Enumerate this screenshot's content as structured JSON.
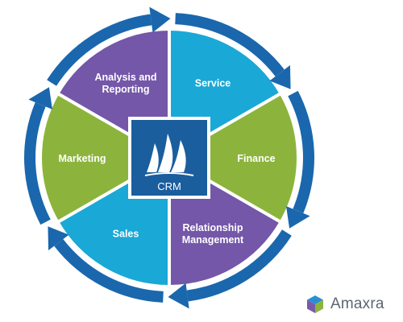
{
  "center": {
    "label": "CRM",
    "icon": "sails-logo-icon"
  },
  "segments": [
    {
      "id": "service",
      "label_lines": [
        "Service"
      ],
      "color": "#1aa8d6"
    },
    {
      "id": "finance",
      "label_lines": [
        "Finance"
      ],
      "color": "#8cb43c"
    },
    {
      "id": "relationship-management",
      "label_lines": [
        "Relationship",
        "Management"
      ],
      "color": "#7457a8"
    },
    {
      "id": "sales",
      "label_lines": [
        "Sales"
      ],
      "color": "#1aa8d6"
    },
    {
      "id": "marketing",
      "label_lines": [
        "Marketing"
      ],
      "color": "#8cb43c"
    },
    {
      "id": "analysis-and-reporting",
      "label_lines": [
        "Analysis and",
        "Reporting"
      ],
      "color": "#7457a8"
    }
  ],
  "colors": {
    "ring": "#1a67ad",
    "center_bg": "#1a5e9e",
    "label": "#ffffff"
  },
  "brand": {
    "name": "Amaxra",
    "icon": "amaxra-cube-icon"
  }
}
